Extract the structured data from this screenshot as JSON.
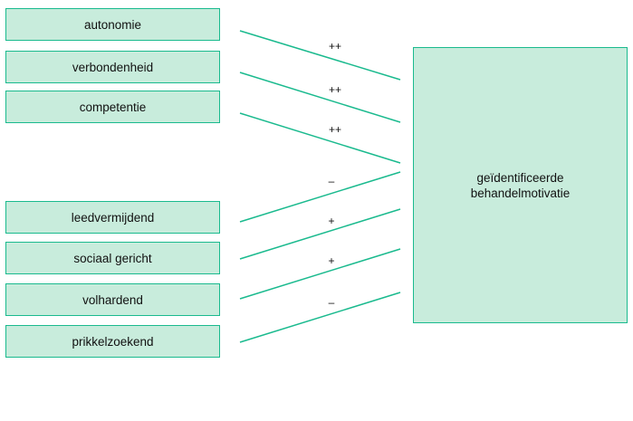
{
  "colors": {
    "box_fill": "#c8ecdc",
    "box_border": "#1aba8e",
    "line": "#1aba8e",
    "text": "#111111"
  },
  "factors": [
    {
      "label": "autonomie",
      "sign": "++"
    },
    {
      "label": "verbondenheid",
      "sign": "++"
    },
    {
      "label": "competentie",
      "sign": "++"
    },
    {
      "label": "leedvermijdend",
      "sign": "–"
    },
    {
      "label": "sociaal gericht",
      "sign": "+"
    },
    {
      "label": "volhardend",
      "sign": "+"
    },
    {
      "label": "prikkelzoekend",
      "sign": "–"
    }
  ],
  "target": {
    "line1": "geïdentificeerde",
    "line2": "behandelmotivatie"
  }
}
